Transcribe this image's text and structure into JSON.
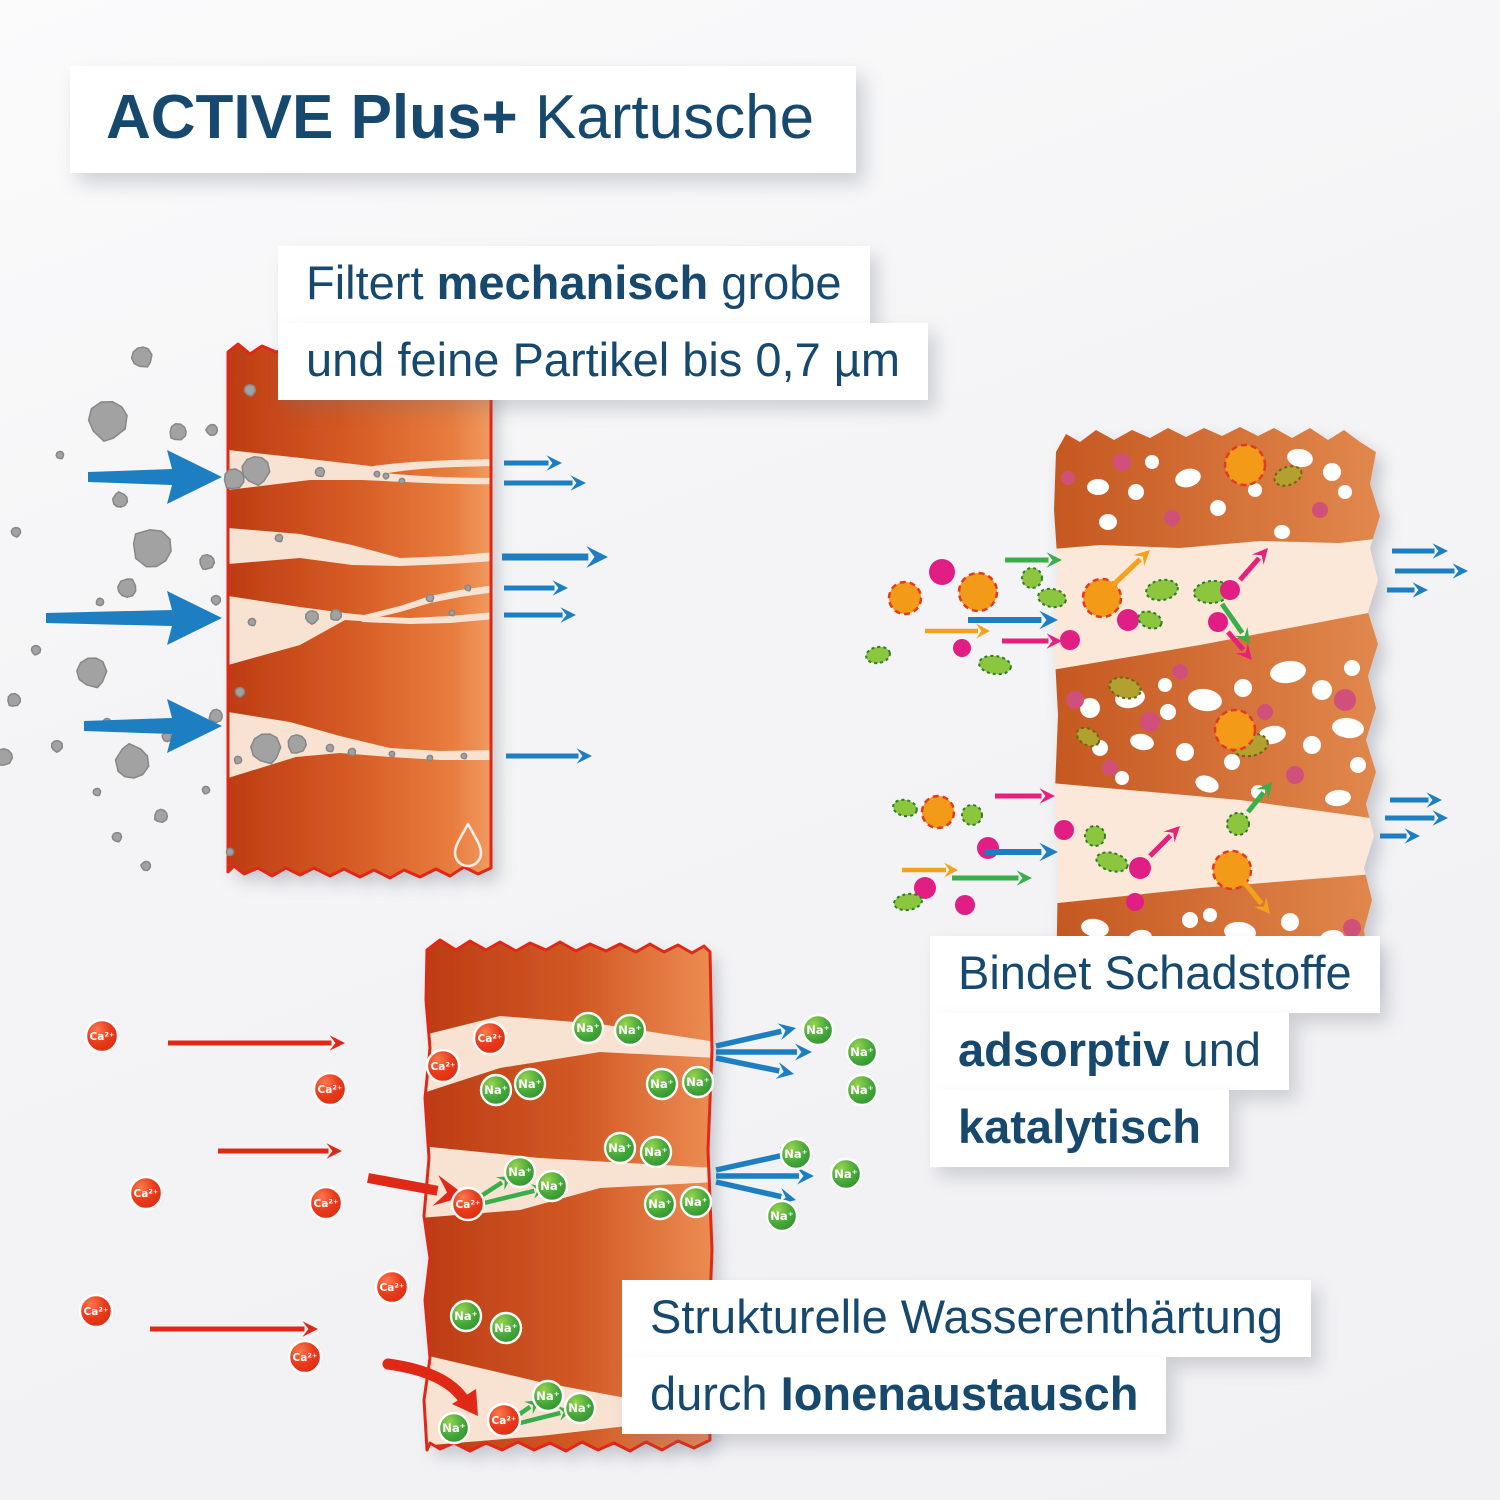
{
  "title": {
    "bold": "ACTIVE Plus+",
    "regular": " Kartusche"
  },
  "labels": {
    "mechanical": {
      "line1": {
        "pre": "Filtert ",
        "bold": "mechanisch",
        "post": " grobe"
      },
      "line2": {
        "text": "und feine Partikel bis 0,7 µm"
      }
    },
    "adsorptive": {
      "line1": {
        "text": "Bindet Schadstoffe"
      },
      "line2": {
        "bold": "adsorptiv",
        "post": " und"
      },
      "line3": {
        "bold": "katalytisch"
      }
    },
    "ion_exchange": {
      "line1": {
        "text": "Strukturelle Wasserenthärtung"
      },
      "line2": {
        "pre": "durch ",
        "bold": "Ionenaustausch"
      }
    }
  },
  "ions": {
    "ca": "Ca²⁺",
    "na": "Na⁺"
  },
  "icons": {
    "water_drop": "water-drop-icon"
  },
  "colors": {
    "text_blue": "#17496E",
    "arrow_blue": "#1D7FC2",
    "block_dark": "#BD3D15",
    "block_light": "#EE9258",
    "channel_cream": "#F8E3D2",
    "outline_red": "#E02817",
    "particle_gray": "#A2A2A2",
    "ion_red": "#E93518",
    "ion_green": "#3FA336",
    "pollutant_magenta": "#E01E83",
    "pollutant_orange": "#F39A19",
    "pollutant_green": "#8CC63F",
    "arrow_green": "#3AAE49",
    "arrow_orange": "#F5A11C",
    "arrow_magenta": "#E6217C",
    "dot_pink": "#D15079",
    "dot_olive": "#B2A12E"
  }
}
